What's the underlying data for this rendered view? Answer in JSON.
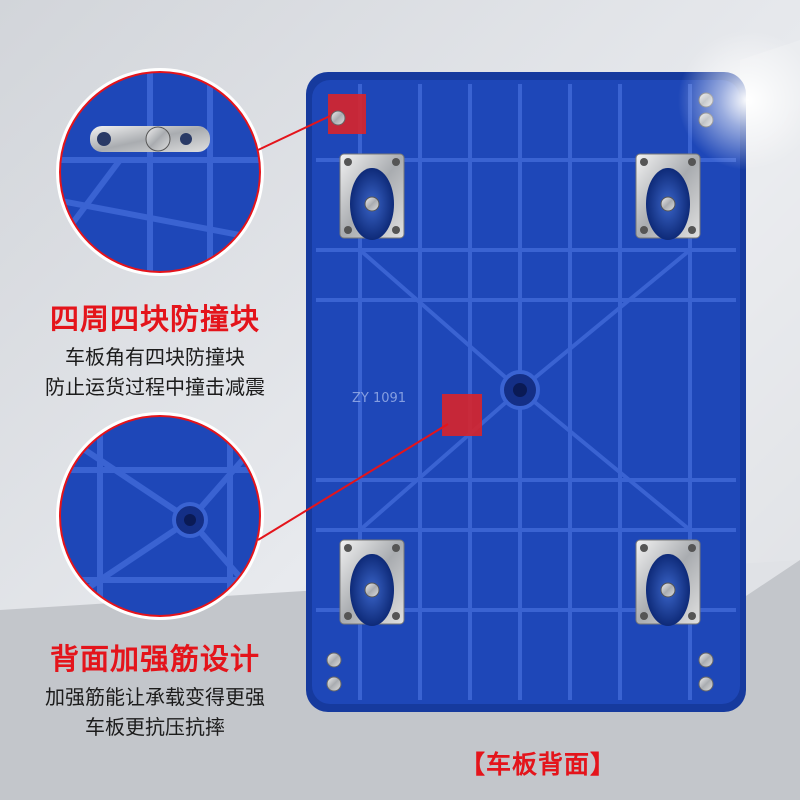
{
  "callouts": [
    {
      "title": "四周四块防撞块",
      "lines": [
        "车板角有四块防撞块",
        "防止运货过程中撞击减震"
      ]
    },
    {
      "title": "背面加强筋设计",
      "lines": [
        "加强筋能让承载变得更强",
        "车板更抗压抗摔"
      ]
    }
  ],
  "caption": "【车板背面】",
  "watermark": "ZY 1091",
  "colors": {
    "deck_blue": "#1e47b8",
    "accent_red": "#e4141b",
    "bumper_red": "#d8232a",
    "background": "#dcdfe3"
  }
}
